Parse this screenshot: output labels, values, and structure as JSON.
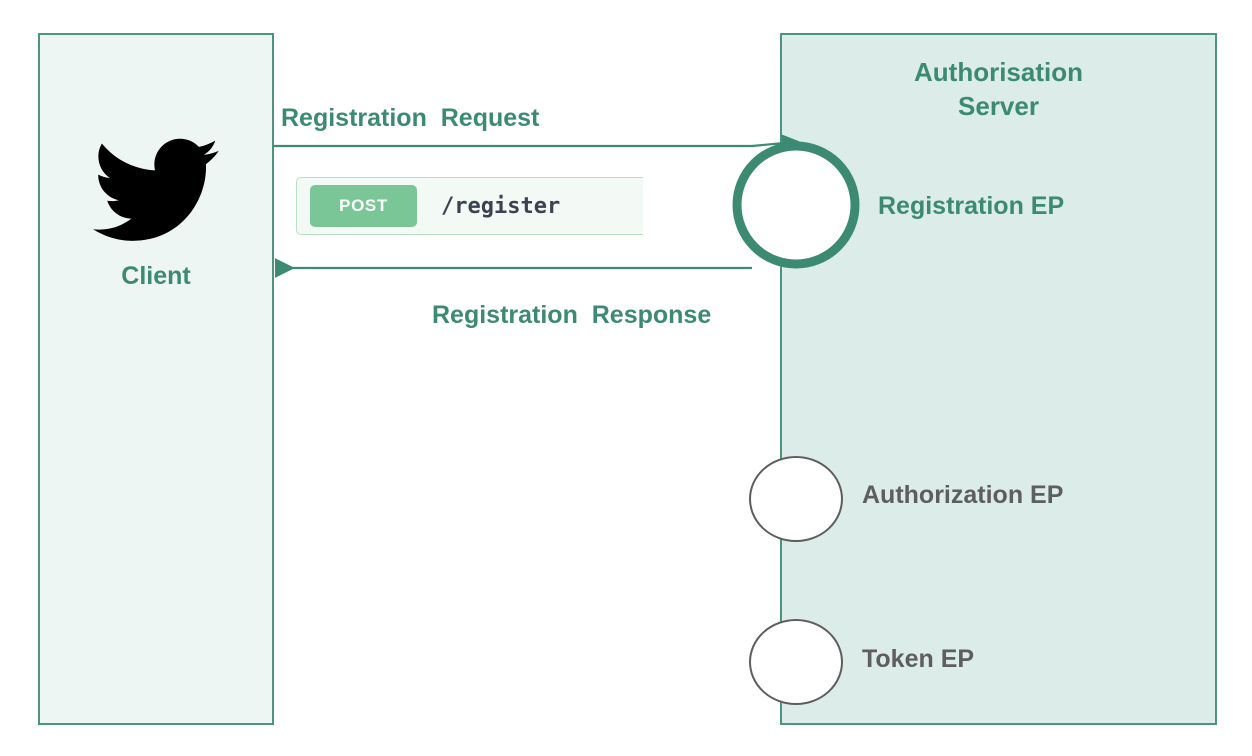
{
  "diagram": {
    "title_client": "Client",
    "title_as": "Authorisation\nServer"
  },
  "client": {
    "label": "Client",
    "logo_icon": "twitter-bird-icon"
  },
  "authorisation_server": {
    "title": "Authorisation Server",
    "title_line1": "Authorisation",
    "title_line2": "Server",
    "endpoints": [
      {
        "id": "registration",
        "label": "Registration EP",
        "color": "#3d8a73",
        "active": true
      },
      {
        "id": "authorization",
        "label": "Authorization EP",
        "color": "#5e5e5e",
        "active": false
      },
      {
        "id": "token",
        "label": "Token EP",
        "color": "#5e5e5e",
        "active": false
      }
    ]
  },
  "flows": [
    {
      "id": "request",
      "label": "Registration  Request",
      "direction": "client-to-server"
    },
    {
      "id": "response",
      "label": "Registration  Response",
      "direction": "server-to-client"
    }
  ],
  "request_call": {
    "method": "POST",
    "path": "/register"
  },
  "colors": {
    "accent_green": "#3d8a73",
    "stroke_green": "#4e9480",
    "client_fill": "#eef6f4",
    "server_fill": "#dcece8",
    "method_badge": "#7bc696",
    "panel_fill": "#f3faf6",
    "panel_border": "#b9e0c6",
    "gray_text": "#5e5e5e"
  }
}
